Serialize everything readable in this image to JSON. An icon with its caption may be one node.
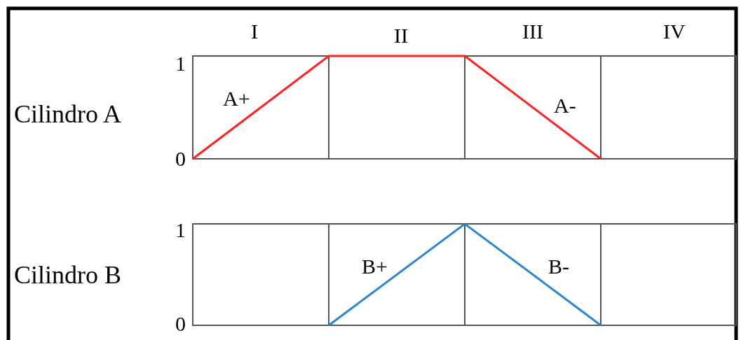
{
  "diagram": {
    "labels": [
      "I",
      "II",
      "III",
      "IV",
      "1",
      "A+",
      "Cilindro A",
      "A-",
      "0",
      "1",
      "Cilindro B",
      "B+",
      "B-",
      "0"
    ]
  }
}
